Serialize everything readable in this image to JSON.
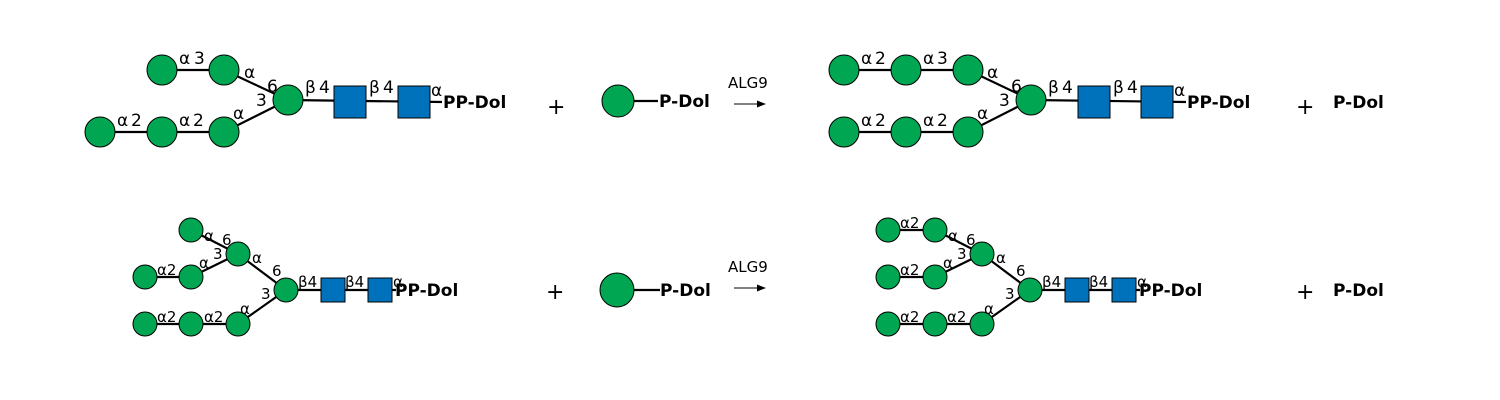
{
  "colors": {
    "mannose": "#00A651",
    "glcnac": "#0072BC",
    "ink": "#000000",
    "background": "#FFFFFF"
  },
  "icons": {
    "mannose": "green-circle-icon",
    "glcnac": "blue-square-icon",
    "arrow": "reaction-arrow-icon"
  },
  "common": {
    "plus": "+",
    "ppdol": "PP-Dol",
    "pdol": "P-Dol",
    "enzyme": "ALG9"
  },
  "r1": {
    "sub": {
      "a1": "α",
      "n1": "3",
      "a2": "α",
      "n2": "6",
      "a3": "α",
      "n3": "3",
      "b1": "β",
      "n4": "4",
      "b2": "β",
      "n5": "4",
      "a4": "α",
      "a5": "α",
      "n6": "2",
      "a6": "α",
      "n7": "2"
    },
    "prod": {
      "a1": "α",
      "n1": "2",
      "a2": "α",
      "n2": "3",
      "a3": "α",
      "n3": "6",
      "a4": "α",
      "n4": "3",
      "b1": "β",
      "n5": "4",
      "b2": "β",
      "n6": "4",
      "a5": "α",
      "a6": "α",
      "n7": "2",
      "a7": "α",
      "n8": "2"
    }
  },
  "r2": {
    "sub": {
      "a1": "α",
      "n1": "6",
      "n2": "3",
      "a2": "α2",
      "a3": "α",
      "a4": "α",
      "n3": "6",
      "n4": "3",
      "b1": "β4",
      "b2": "β4",
      "a5": "α",
      "a6": "α2",
      "a7": "α2",
      "a8": "α"
    },
    "prod": {
      "a1": "α2",
      "a2": "α",
      "n1": "6",
      "n2": "3",
      "a3": "α2",
      "a4": "α",
      "a5": "α",
      "n3": "6",
      "n4": "3",
      "b1": "β4",
      "b2": "β4",
      "a6": "α",
      "a7": "α2",
      "a8": "α2",
      "a9": "α"
    }
  }
}
